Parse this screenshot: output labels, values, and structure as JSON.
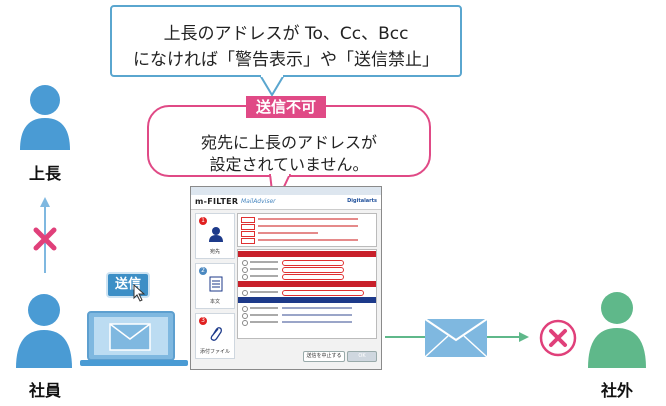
{
  "top_callout": {
    "line1": "上長のアドレスが To、Cc、Bcc",
    "line2": "になければ「警告表示」や「送信禁止」"
  },
  "block_callout": {
    "badge": "送信不可",
    "line1": "宛先に上長のアドレスが",
    "line2": "設定されていません。"
  },
  "people": {
    "boss": "上長",
    "employee": "社員",
    "external": "社外"
  },
  "send_badge": "送信",
  "app_window": {
    "brand": "m-FILTER",
    "product": "MailAdviser",
    "vendor": "Digitalarts",
    "side_buttons": [
      {
        "num": "1",
        "label": "宛先"
      },
      {
        "num": "2",
        "label": "本文"
      },
      {
        "num": "3",
        "label": "添付ファイル"
      }
    ],
    "confirm_button": "送信を中止する",
    "ok_button": "OK"
  },
  "colors": {
    "person_blue": "#4a9bd4",
    "person_green": "#5fb88a",
    "callout_blue": "#5aa6cf",
    "callout_pink": "#e04a86",
    "forbid_pink": "#e0407a",
    "envelope_blue": "#7fb8e0"
  }
}
